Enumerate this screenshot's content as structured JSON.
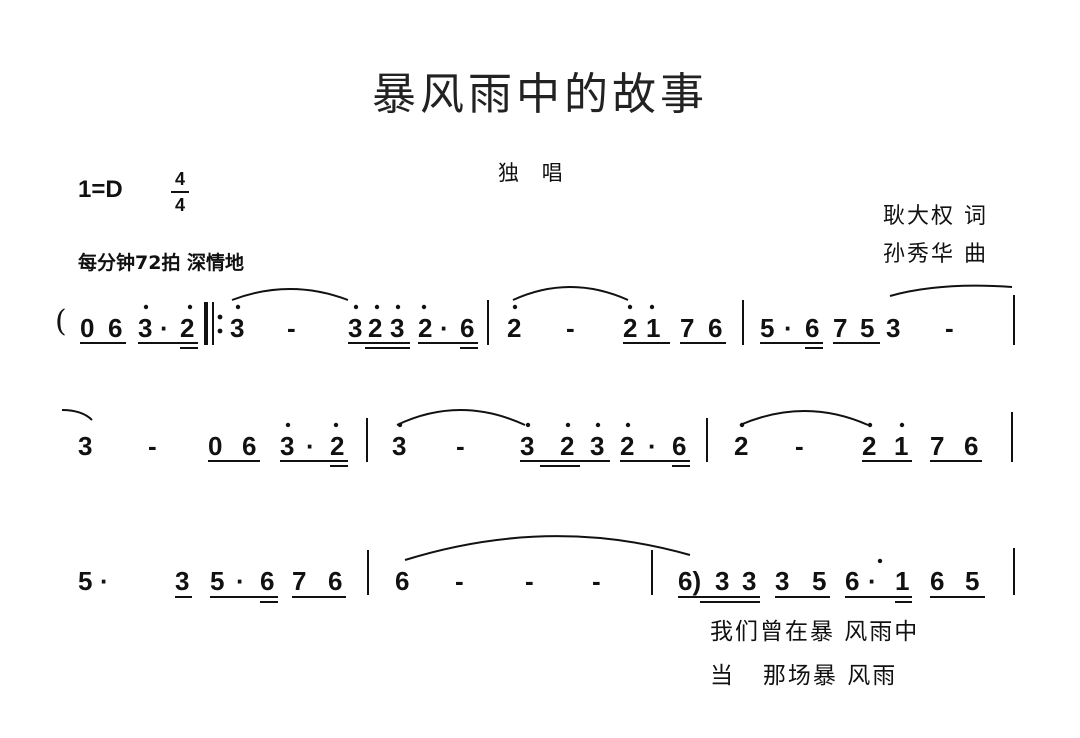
{
  "title": "暴风雨中的故事",
  "subtitle": "独 唱",
  "key": "1=D",
  "time_signature": {
    "top": "4",
    "bottom": "4"
  },
  "tempo": "每分钟72拍  深情地",
  "lyricist": "耿大权 词",
  "composer": "孙秀华 曲",
  "intro_paren": "(",
  "lyrics": {
    "line1": "我们曾在暴 风雨中",
    "line2": "当   那场暴 风雨"
  },
  "score": {
    "line1": [
      "0",
      "6",
      "3",
      "·",
      "2",
      "|:",
      "3",
      "-",
      "3",
      "2",
      "3",
      "2",
      "·",
      "6",
      "|",
      "2",
      "-",
      "2",
      "1",
      "7",
      "6",
      "|",
      "5",
      "·",
      "6",
      "7",
      "5",
      "3",
      "-",
      "|"
    ],
    "line2": [
      "3",
      "-",
      "0",
      "6",
      "3",
      "·",
      "2",
      "|",
      "3",
      "-",
      "3",
      "2",
      "3",
      "2",
      "·",
      "6",
      "|",
      "2",
      "-",
      "2",
      "1",
      "7",
      "6",
      "|"
    ],
    "line3": [
      "5",
      "·",
      "3",
      "5",
      "·",
      "6",
      "7",
      "6",
      "|",
      "6",
      "-",
      "-",
      "-",
      "|",
      "6)",
      "3",
      "3",
      "3",
      "5",
      "6",
      "·",
      "1",
      "6",
      "5",
      "|"
    ]
  }
}
